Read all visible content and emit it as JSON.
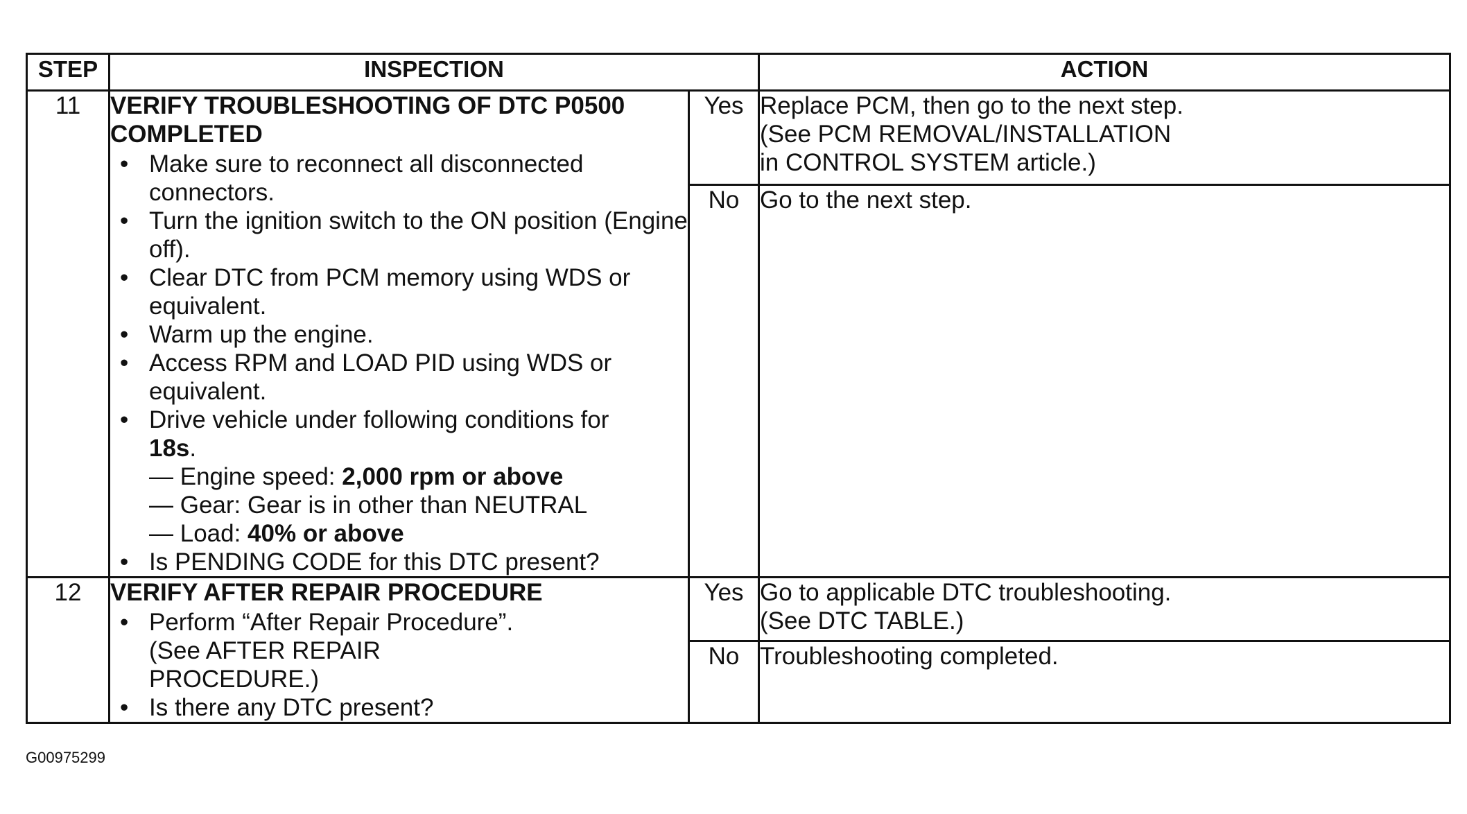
{
  "headers": {
    "step": "STEP",
    "inspection": "INSPECTION",
    "action": "ACTION"
  },
  "rows": [
    {
      "step": "11",
      "title": "VERIFY TROUBLESHOOTING OF DTC P0500 COMPLETED",
      "bullets": [
        "Make sure to reconnect all disconnected connectors.",
        "Turn the ignition switch to the ON position (Engine off).",
        "Clear DTC from PCM memory using WDS or equivalent.",
        "Warm up the engine.",
        "Access RPM and LOAD PID using WDS or equivalent."
      ],
      "drive": {
        "text": "Drive vehicle under following conditions for",
        "duration": "18s",
        "duration_suffix": ".",
        "conditions": [
          {
            "label": "— Engine speed: ",
            "value": "2,000 rpm or above"
          },
          {
            "label": "— Gear: Gear is in other than NEUTRAL",
            "value": ""
          },
          {
            "label": "— Load: ",
            "value": "40% or above"
          }
        ]
      },
      "question": "Is PENDING CODE for this DTC present?",
      "yes_label": "Yes",
      "yes_action": [
        "Replace PCM, then go to the next step.",
        "(See PCM REMOVAL/INSTALLATION",
        "in CONTROL SYSTEM article.)"
      ],
      "no_label": "No",
      "no_action": [
        "Go to the next step."
      ]
    },
    {
      "step": "12",
      "title": "VERIFY AFTER REPAIR PROCEDURE",
      "bullet1": "Perform “After Repair Procedure”.",
      "bullet1_note_a": "(See AFTER REPAIR",
      "bullet1_note_b": "PROCEDURE.)",
      "question": "Is there any DTC present?",
      "yes_label": "Yes",
      "yes_action": [
        "Go to applicable DTC troubleshooting.",
        "(See DTC TABLE.)"
      ],
      "no_label": "No",
      "no_action": [
        "Troubleshooting completed."
      ]
    }
  ],
  "figure_id": "G00975299"
}
